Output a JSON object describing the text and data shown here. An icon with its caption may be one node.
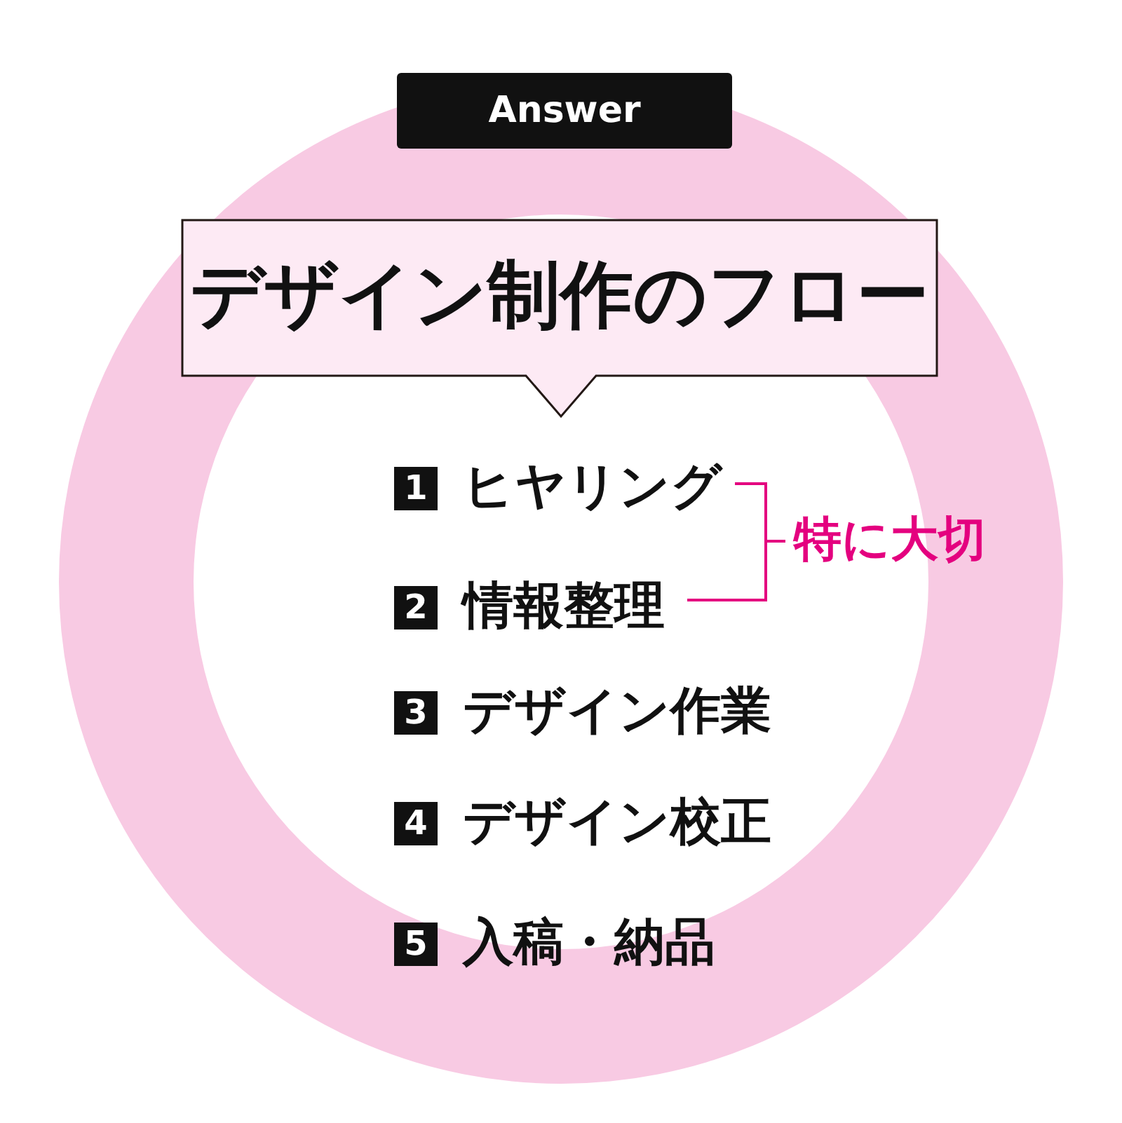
{
  "diagram": {
    "title": "デザイン制作のフロー",
    "labels": [
      "Answer",
      "1",
      "ヒヤリング",
      "2",
      "情報整理",
      "特に大切",
      "3",
      "デザイン作業",
      "4",
      "デザイン校正",
      "5",
      "入稿・納品"
    ]
  }
}
